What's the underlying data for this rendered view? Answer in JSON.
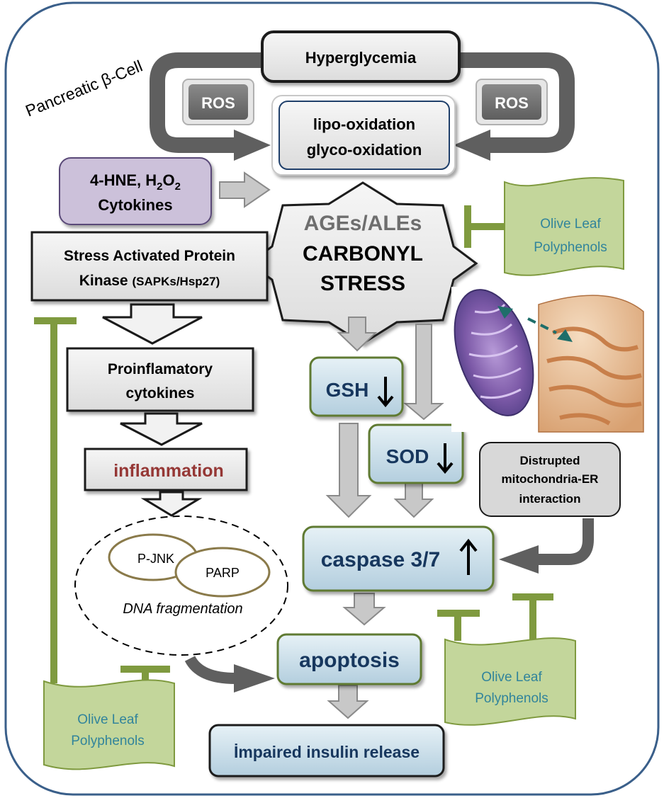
{
  "cell_label": "Pancreatic β-Cell",
  "hyperglycemia": "Hyperglycemia",
  "ros_left": "ROS",
  "ros_right": "ROS",
  "oxidation": {
    "line1": "lipo-oxidation",
    "line2": "glyco-oxidation"
  },
  "inducers": {
    "line1_prefix": "4-HNE, H",
    "sub1": "2",
    "mid": "O",
    "sub2": "2",
    "line2": "Cytokines"
  },
  "carbonyl": {
    "line1": "AGEs/ALEs",
    "line2": "CARBONYL",
    "line3": "STRESS"
  },
  "sapk": {
    "line1": "Stress Activated Protein",
    "line2_main": "Kinase",
    "line2_small": "(SAPKs/Hsp27)"
  },
  "proinflammatory": {
    "line1": "Proinflamatory",
    "line2": "cytokines"
  },
  "inflammation": "inflammation",
  "dna": {
    "pjnk": "P-JNK",
    "parp": "PARP",
    "fragmentation": "DNA fragmentation"
  },
  "gsh": "GSH",
  "sod": "SOD",
  "caspase": "caspase 3/7",
  "apoptosis": "apoptosis",
  "insulin": "İmpaired insulin release",
  "mito_er": {
    "line1": "Distrupted",
    "line2": "mitochondria-ER",
    "line3": "interaction"
  },
  "olive": {
    "line1": "Olive Leaf",
    "line2": "Polyphenols"
  },
  "colors": {
    "frame": "#3a5f8a",
    "grey_arrow": "#5f5f5f",
    "light_arrow": "#c8c8c8",
    "green_inhibit": "#7f9a3f",
    "olive_fill": "#c3d69b",
    "olive_text": "#31849b",
    "navy_text": "#17375e",
    "inflammation_text": "#953735",
    "purple_fill": "#ccc1da",
    "blue_box": "#d5e4ec"
  }
}
